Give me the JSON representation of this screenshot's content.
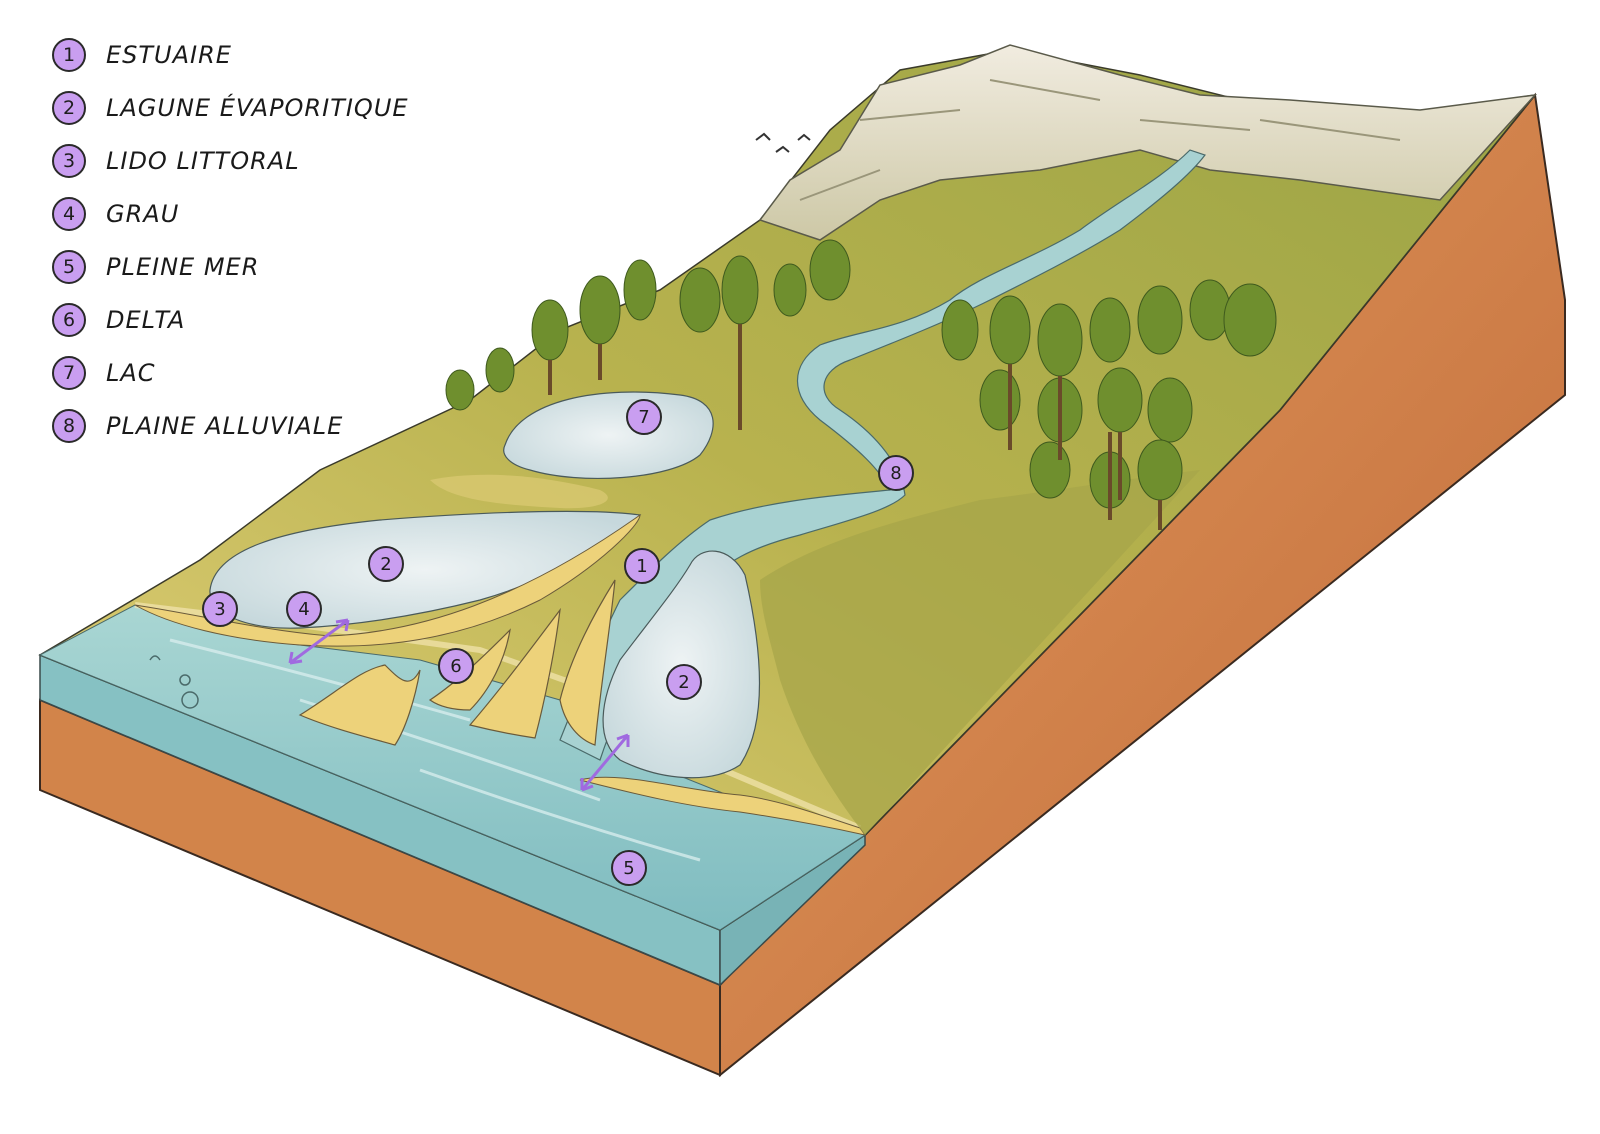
{
  "legend": [
    {
      "number": "1",
      "label": "ESTUAiRE"
    },
    {
      "number": "2",
      "label": "LAGUNE ÉVAPORiTiQUE"
    },
    {
      "number": "3",
      "label": "LiDO LiTTORAL"
    },
    {
      "number": "4",
      "label": "GRAU"
    },
    {
      "number": "5",
      "label": "PLEiNE MER"
    },
    {
      "number": "6",
      "label": "DELTA"
    },
    {
      "number": "7",
      "label": "LAC"
    },
    {
      "number": "8",
      "label": "PLAiNE ALLUViALE"
    }
  ],
  "markers": [
    "1",
    "2",
    "3",
    "4",
    "2",
    "6",
    "5",
    "7",
    "8"
  ],
  "colors": {
    "badge": "#c99ef0",
    "sea": "#8cc6c6",
    "sediment": "#c9743f",
    "sand": "#edd27a",
    "vegetation": "#8aa43a",
    "lagoon": "#d8e4e6"
  }
}
